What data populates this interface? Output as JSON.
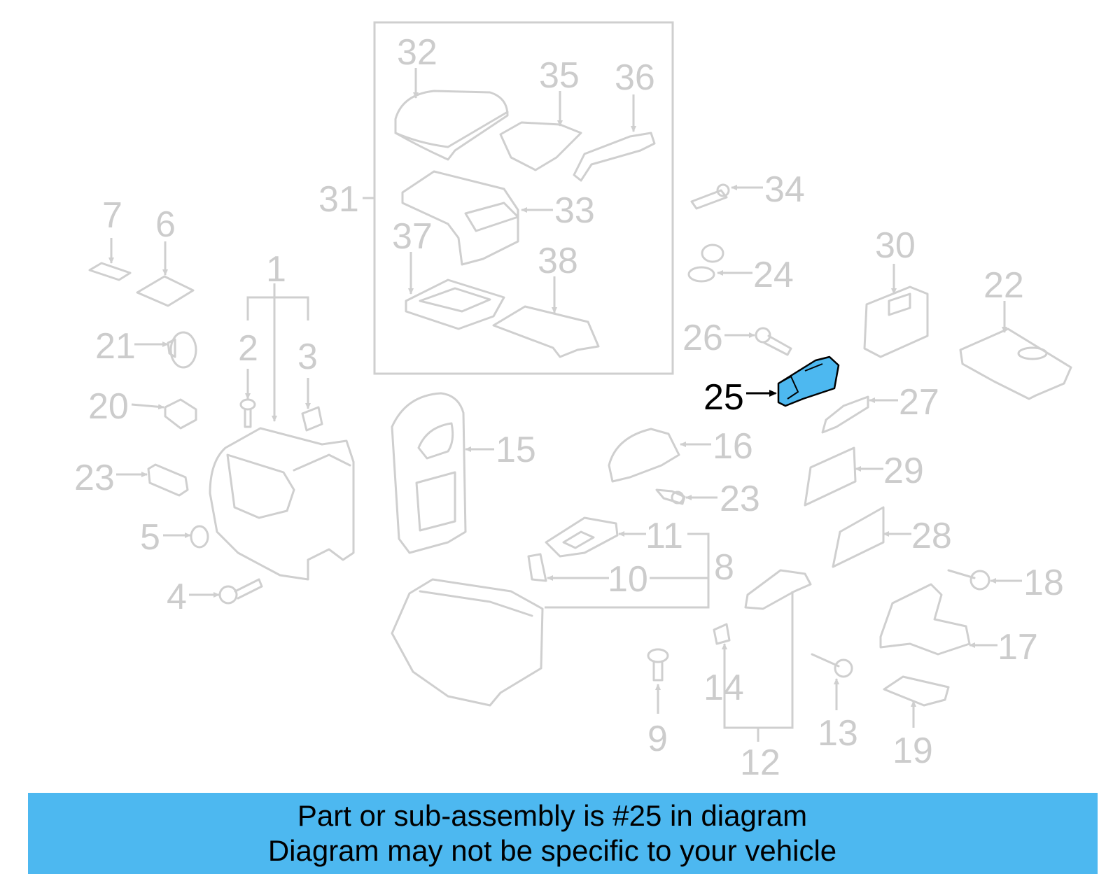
{
  "highlight_color": "#4db8f0",
  "highlighted_part": "25",
  "callouts": [
    "1",
    "2",
    "3",
    "4",
    "5",
    "6",
    "7",
    "8",
    "9",
    "10",
    "11",
    "12",
    "13",
    "14",
    "15",
    "16",
    "17",
    "18",
    "19",
    "20",
    "21",
    "22",
    "23",
    "24",
    "25",
    "26",
    "27",
    "28",
    "29",
    "30",
    "31",
    "32",
    "33",
    "34",
    "35",
    "36",
    "37",
    "38"
  ],
  "footer": {
    "line1": "Part or sub-assembly is #25 in diagram",
    "line2": "Diagram may not be specific to your vehicle"
  }
}
